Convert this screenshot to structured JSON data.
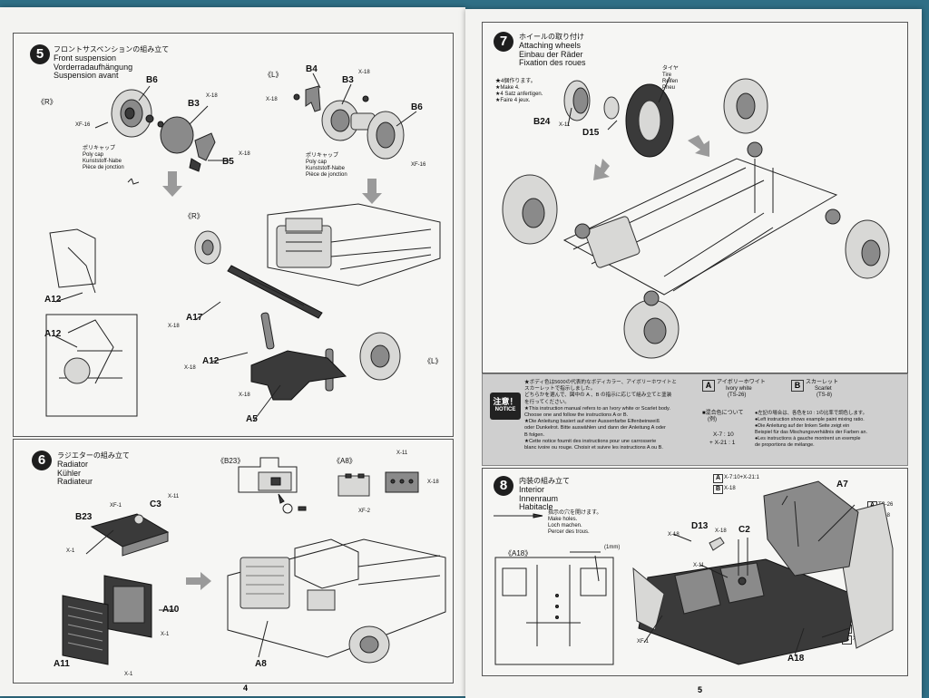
{
  "pages": {
    "left_number": "4",
    "right_number": "5"
  },
  "step5": {
    "num": "5",
    "title_jp": "フロントサスペンションの組み立て",
    "title_en": "Front suspension",
    "title_de": "Vorderradaufhängung",
    "title_fr": "Suspension avant",
    "side_r": "《R》",
    "side_l": "《L》",
    "side_r2": "《R》",
    "side_l2": "《L》",
    "polycap_jp": "ポリキャップ",
    "polycap_en": "Poly cap",
    "polycap_de": "Kunststoff-Nabe",
    "polycap_fr": "Pièce de jonction",
    "parts": {
      "b6": "B6",
      "b3": "B3",
      "b5": "B5",
      "b4": "B4",
      "a12": "A12",
      "a17": "A17",
      "a5": "A5"
    },
    "paints": {
      "xf16": "XF-16",
      "x18": "X-18"
    }
  },
  "step6": {
    "num": "6",
    "title_jp": "ラジエターの組み立て",
    "title_en": "Radiator",
    "title_de": "Kühler",
    "title_fr": "Radiateur",
    "view_b23": "《B23》",
    "view_a8": "《A8》",
    "parts": {
      "b23": "B23",
      "c3": "C3",
      "a10": "A10",
      "a11": "A11",
      "a8": "A8"
    },
    "paints": {
      "xf1": "XF-1",
      "x11": "X-11",
      "x1": "X-1",
      "x18": "X-18",
      "xf2": "XF-2"
    }
  },
  "step7": {
    "num": "7",
    "title_jp": "ホイールの取り付け",
    "title_en": "Attaching wheels",
    "title_de": "Einbau der Räder",
    "title_fr": "Fixation des roues",
    "make4_jp": "★4個作ります。",
    "make4_en": "★Make 4.",
    "make4_de": "★4 Satz anfertigen.",
    "make4_fr": "★Faire 4 jeux.",
    "tire_jp": "タイヤ",
    "tire_en": "Tire",
    "tire_de": "Reifen",
    "tire_fr": "Pneu",
    "parts": {
      "b24": "B24",
      "d15": "D15"
    },
    "paints": {
      "x11": "X-11"
    }
  },
  "notice": {
    "badge_jp": "注意！",
    "badge_en": "NOTICE",
    "jp1": "★ボディ色は5600の代表的なボディカラー、アイボリーホワイトと",
    "jp2": "スカーレットで指示しました。",
    "jp3": "どちらかを選んで、図中の A 、B の指示に応じて組み立てと塗装",
    "jp4": "を行ってください。",
    "en1": "★This instruction manual refers to an Ivory white or Scarlet body.",
    "en2": "Choose one and follow the instructions A or B.",
    "de1": "★Die Anleitung basiert auf einer Aussenfarbe Elfenbeinweiß",
    "de2": "oder Dunkelrot. Bitte auswählen und dann der Anleitung A oder",
    "de3": "B folgen.",
    "fr1": "★Cette notice fournit des instructions pour une carrosserie",
    "fr2": "blanc ivoire ou rouge. Choisir et suivre les instructions A ou B.",
    "a_letter": "A",
    "a_jp": "アイボリーホワイト",
    "a_en": "Ivory white",
    "a_code": "(TS-26)",
    "b_letter": "B",
    "b_jp": "スカーレット",
    "b_en": "Scarlet",
    "b_code": "(TS-8)",
    "mix_jp": "■混合色について",
    "mix_ex": "(例)",
    "mix_1": "X-7 : 10",
    "mix_2": "+ X-21 : 1",
    "mix_n1": "●左記の場合は、各色を10 : 1の比率で調色します。",
    "mix_n2": "●Left instruction shows example paint mixing ratio.",
    "mix_n3": "●Die Anleitung auf der linken Seite zeigt ein",
    "mix_n4": "Beispiel für das Mischungsverhältnis der Farben an.",
    "mix_n5": "●Les instructions à gauche montrent un exemple",
    "mix_n6": "de proportions de mélange."
  },
  "step8": {
    "num": "8",
    "title_jp": "内装の組み立て",
    "title_en": "Interior",
    "title_de": "Innenraum",
    "title_fr": "Habitacle",
    "holes_jp": "指示の穴を開けます。",
    "holes_en": "Make holes.",
    "holes_de": "Loch machen.",
    "holes_fr": "Percer des trous.",
    "view_a18": "《A18》",
    "drill": "(1mm)",
    "parts": {
      "a7": "A7",
      "d13": "D13",
      "c2": "C2",
      "a18": "A18"
    },
    "a_letter": "A",
    "b_letter": "B",
    "paints": {
      "mix": "X-7:10+X-21:1",
      "x18": "X-18",
      "ts26": "TS-26",
      "ts8": "TS-8",
      "x11": "X-11",
      "xf1": "XF-1"
    }
  }
}
